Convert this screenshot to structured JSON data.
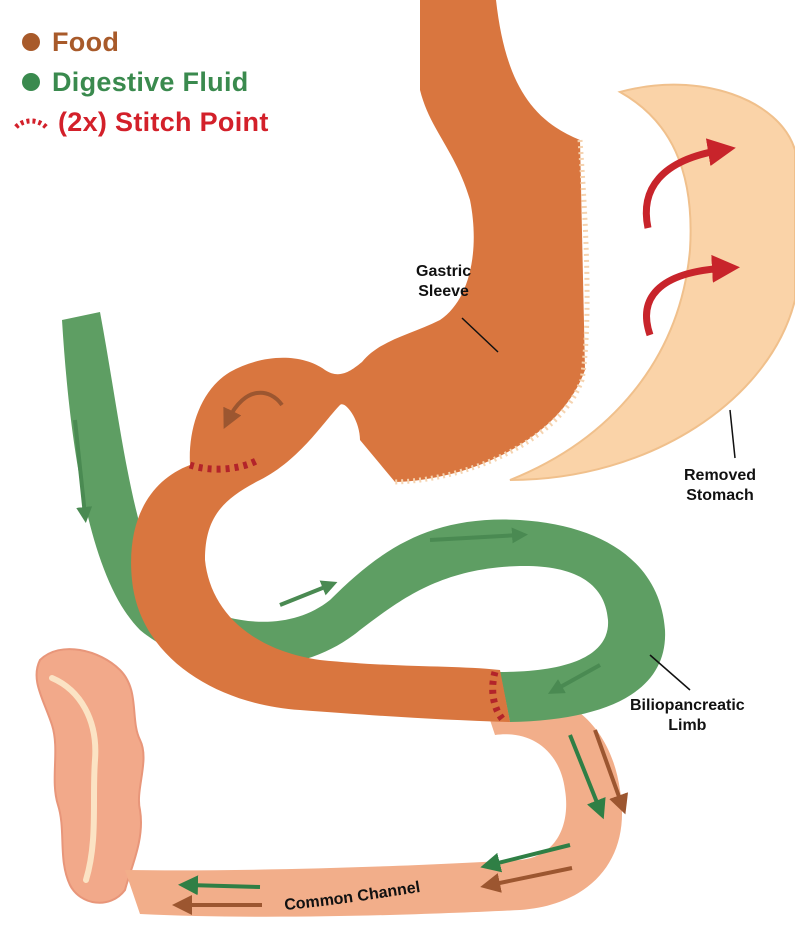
{
  "legend": {
    "food": {
      "label": "Food",
      "color": "#A85A2A"
    },
    "fluid": {
      "label": "Digestive Fluid",
      "color": "#3A8A4E"
    },
    "stitch": {
      "label": "(2x) Stitch Point",
      "color": "#D3202A"
    }
  },
  "labels": {
    "gastric_sleeve": {
      "line1": "Gastric",
      "line2": "Sleeve"
    },
    "removed_stomach": {
      "line1": "Removed",
      "line2": "Stomach"
    },
    "biliopancreatic_limb": {
      "line1": "Biliopancreatic",
      "line2": "Limb"
    },
    "common_channel": "Common Channel"
  },
  "colors": {
    "sleeve": "#D9763F",
    "sleeve_edge": "#F5D3B0",
    "removed_stomach": "#FAD3A8",
    "removed_stomach_edge": "#F0C08C",
    "limb_green": "#5E9E63",
    "limb_green_dark": "#4F8D56",
    "common_channel": "#F2AE8A",
    "colon": "#F2A98A",
    "colon_stripe": "#FBE3C4",
    "arrow_red": "#C8242B",
    "arrow_brown": "#9C5630",
    "arrow_green": "#2F7F45",
    "stitch": "#B3242A"
  }
}
